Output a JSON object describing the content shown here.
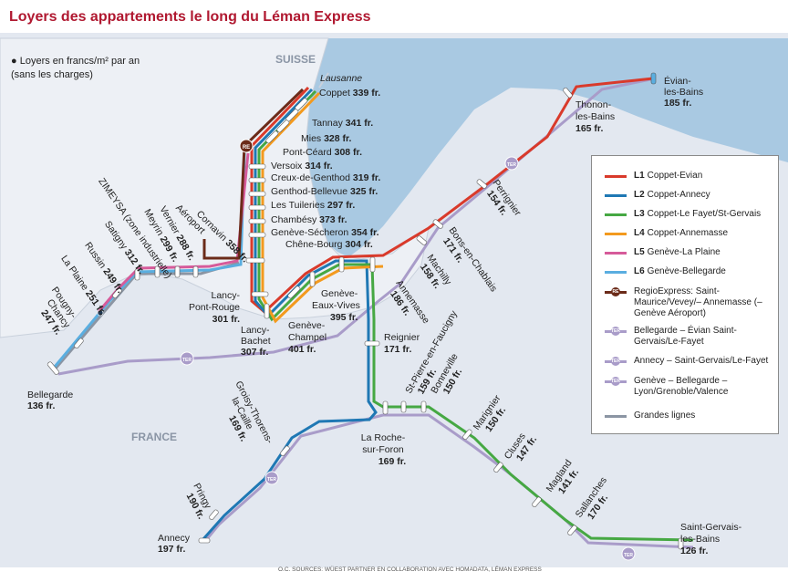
{
  "title": "Loyers des appartements le long du Léman Express",
  "legend_note": {
    "bullet": "●",
    "line1": "Loyers en francs/m² par an",
    "line2": "(sans les charges)"
  },
  "countries": {
    "switzerland": "SUISSE",
    "france": "FRANCE"
  },
  "lake_label": "Lausanne",
  "colors": {
    "L1": "#d93a2b",
    "L2": "#1f78b4",
    "L3": "#46a843",
    "L4": "#f39a1e",
    "L5": "#d65b9a",
    "L6": "#5aaee0",
    "RE": "#6b2b19",
    "TER": "#a99cc9",
    "grandes_lignes": "#8b95a3",
    "lake": "#a9c9e2",
    "land": "#e3e8f0",
    "title": "#b01830"
  },
  "stations": {
    "coppet": {
      "name": "Coppet",
      "price": "339 fr."
    },
    "tannay": {
      "name": "Tannay",
      "price": "341 fr."
    },
    "mies": {
      "name": "Mies",
      "price": "328 fr."
    },
    "pont_ceard": {
      "name": "Pont-Céard",
      "price": "308 fr."
    },
    "versoix": {
      "name": "Versoix",
      "price": "314 fr."
    },
    "creux_de_genthod": {
      "name": "Creux-de-Genthod",
      "price": "319 fr."
    },
    "genthod_bellevue": {
      "name": "Genthod-Bellevue",
      "price": "325 fr."
    },
    "les_tuileries": {
      "name": "Les Tuileries",
      "price": "297 fr."
    },
    "chambesy": {
      "name": "Chambésy",
      "price": "373 fr."
    },
    "geneve_secheron": {
      "name": "Genève-Sécheron",
      "price": "354 fr."
    },
    "chene_bourg": {
      "name": "Chêne-Bourg",
      "price": "304 fr."
    },
    "cornavin": {
      "name": "Cornavin",
      "price": "358 fr."
    },
    "aeroport": {
      "name": "Aéroport",
      "price": ""
    },
    "vernier": {
      "name": "Vernier",
      "price": "288 fr."
    },
    "meyrin": {
      "name": "Meyrin",
      "price": "299 fr."
    },
    "zimeysa": {
      "name": "ZIMEYSA",
      "sub": "(zone industrielle)"
    },
    "satigny": {
      "name": "Satigny",
      "price": "312 fr."
    },
    "russin": {
      "name": "Russin",
      "price": "249 fr."
    },
    "la_plaine": {
      "name": "La Plaine",
      "price": "251 fr."
    },
    "pougny_chancy": {
      "name1": "Pougny-",
      "name2": "Chancy",
      "price": "247 fr."
    },
    "bellegarde": {
      "name": "Bellegarde",
      "price": "136 fr."
    },
    "lancy_pont_rouge": {
      "name1": "Lancy-",
      "name2": "Pont-Rouge",
      "price": "301 fr."
    },
    "lancy_bachet": {
      "name1": "Lancy-",
      "name2": "Bachet",
      "price": "307 fr."
    },
    "geneve_champel": {
      "name1": "Genève-",
      "name2": "Champel",
      "price": "401 fr."
    },
    "geneve_eaux_vives": {
      "name1": "Genève-",
      "name2": "Eaux-Vives",
      "price": "395 fr."
    },
    "annemasse": {
      "name": "Annemasse",
      "price": "186 fr."
    },
    "machilly": {
      "name": "Machilly",
      "price": "158 fr."
    },
    "bons_en_chablais": {
      "name": "Bons-en-Chablais",
      "price": "171 fr."
    },
    "perrignier": {
      "name": "Perrignier",
      "price": "154 fr."
    },
    "thonon": {
      "name1": "Thonon-",
      "name2": "les-Bains",
      "price": "165 fr."
    },
    "evian": {
      "name1": "Évian-",
      "name2": "les-Bains",
      "price": "185 fr."
    },
    "reignier": {
      "name": "Reignier",
      "price": "171 fr."
    },
    "st_pierre": {
      "name": "St-Pierre-en-Faucigny",
      "price": "159 fr."
    },
    "bonneville": {
      "name": "Bonneville",
      "price": "150 fr."
    },
    "la_roche": {
      "name1": "La Roche-",
      "name2": "sur-Foron",
      "price": "169 fr."
    },
    "marignier": {
      "name": "Marignier",
      "price": "150 fr."
    },
    "cluses": {
      "name": "Cluses",
      "price": "147 fr."
    },
    "magland": {
      "name": "Magland",
      "price": "141 fr."
    },
    "sallanches": {
      "name": "Sallanches",
      "price": "170 fr."
    },
    "saint_gervais": {
      "name1": "Saint-Gervais-",
      "name2": "les-Bains",
      "price": "126 fr."
    },
    "groisy": {
      "name1": "Groisy-Thorens-",
      "name2": "la-Caille",
      "price": "169 fr."
    },
    "pringy": {
      "name": "Pringy",
      "price": "190 fr."
    },
    "annecy": {
      "name": "Annecy",
      "price": "197 fr."
    }
  },
  "badges": {
    "re": "RE",
    "ter": "TER"
  },
  "legend": [
    {
      "code": "L1",
      "label": "Coppet-Evian"
    },
    {
      "code": "L2",
      "label": "Coppet-Annecy"
    },
    {
      "code": "L3",
      "label": "Coppet-Le Fayet/St-Gervais"
    },
    {
      "code": "L4",
      "label": "Coppet-Annemasse"
    },
    {
      "code": "L5",
      "label": "Genève-La Plaine"
    },
    {
      "code": "L6",
      "label": "Genève-Bellegarde"
    },
    {
      "label": "RegioExpress: Saint-Maurice/Vevey/– Annemasse (– Genève Aéroport)"
    },
    {
      "label": "Bellegarde – Évian Saint-Gervais/Le-Fayet"
    },
    {
      "label": "Annecy – Saint-Gervais/Le-Fayet"
    },
    {
      "label": "Genève – Bellegarde – Lyon/Grenoble/Valence"
    },
    {
      "label": "Grandes lignes"
    }
  ],
  "sources": "O.C. SOURCES: WÜEST PARTNER EN COLLABORATION AVEC HOMADATA, LÉMAN EXPRESS"
}
